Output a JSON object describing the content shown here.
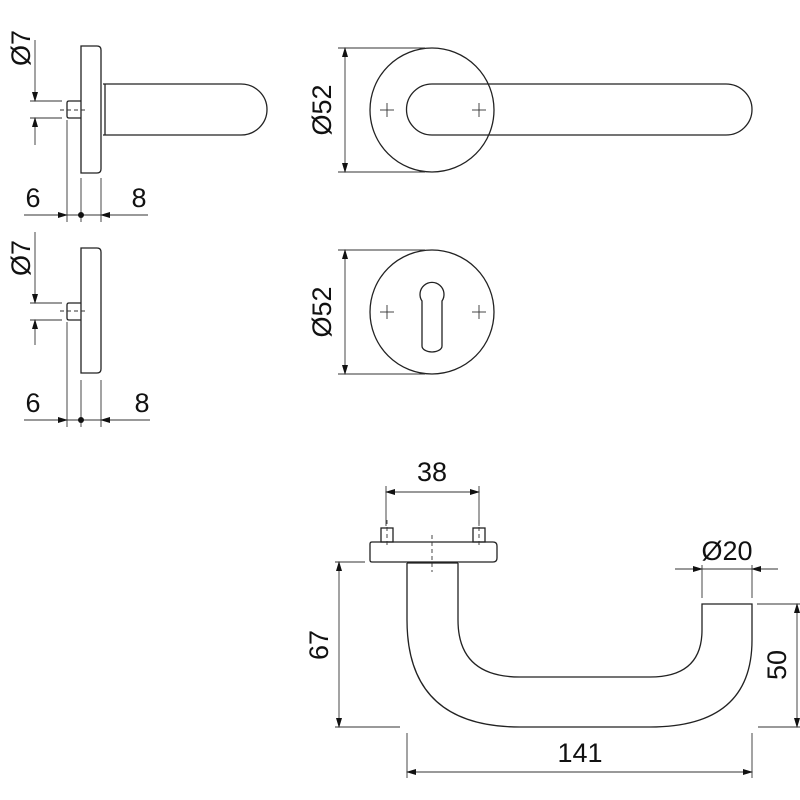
{
  "drawing": {
    "side_view_lever": {
      "diameter_label": "Ø7",
      "left_label": "6",
      "right_label": "8"
    },
    "side_view_escutcheon": {
      "diameter_label": "Ø7",
      "left_label": "6",
      "right_label": "8"
    },
    "front_view_lever": {
      "diameter_label": "Ø52"
    },
    "front_view_escutcheon": {
      "diameter_label": "Ø52"
    },
    "top_view_handle": {
      "screw_spacing_label": "38",
      "grip_diameter_label": "Ø20",
      "projection_label": "67",
      "grip_height_label": "50",
      "length_label": "141"
    }
  }
}
